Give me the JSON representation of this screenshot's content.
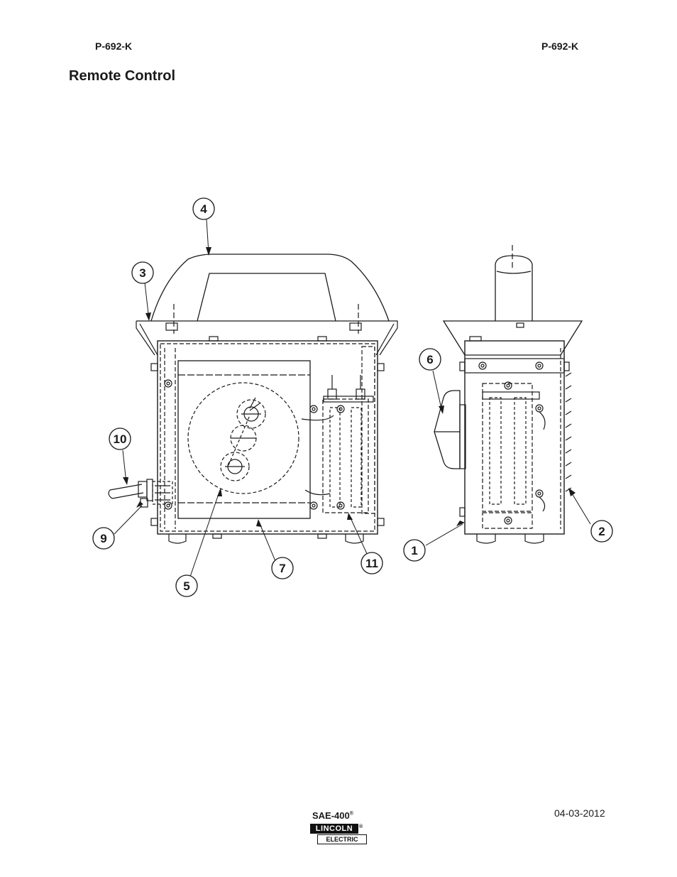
{
  "header": {
    "left_code": "P-692-K",
    "right_code": "P-692-K"
  },
  "title": "Remote Control",
  "callouts": [
    {
      "num": "4"
    },
    {
      "num": "3"
    },
    {
      "num": "6"
    },
    {
      "num": "10"
    },
    {
      "num": "9"
    },
    {
      "num": "5"
    },
    {
      "num": "7"
    },
    {
      "num": "11"
    },
    {
      "num": "1"
    },
    {
      "num": "2"
    }
  ],
  "footer": {
    "model": "SAE-400",
    "model_mark": "®",
    "date": "04-03-2012",
    "logo_top": "LINCOLN",
    "logo_bottom": "ELECTRIC",
    "logo_mark": "®"
  }
}
